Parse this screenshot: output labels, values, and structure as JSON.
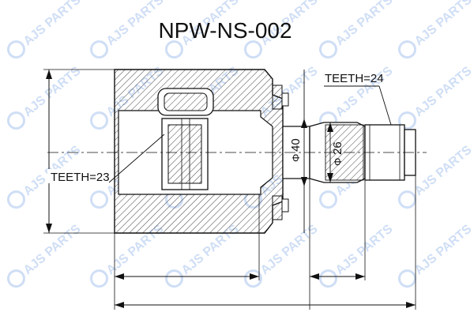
{
  "part_number": "NPW-NS-002",
  "watermark": {
    "text": "AJS PARTS",
    "color": "#2a6fd6"
  },
  "callouts": {
    "teeth_outer": "TEETH=24",
    "teeth_inner": "TEETH=23"
  },
  "dimensions": {
    "d_outer": "40",
    "d_stub": "26",
    "diameter_symbol": "Φ"
  }
}
